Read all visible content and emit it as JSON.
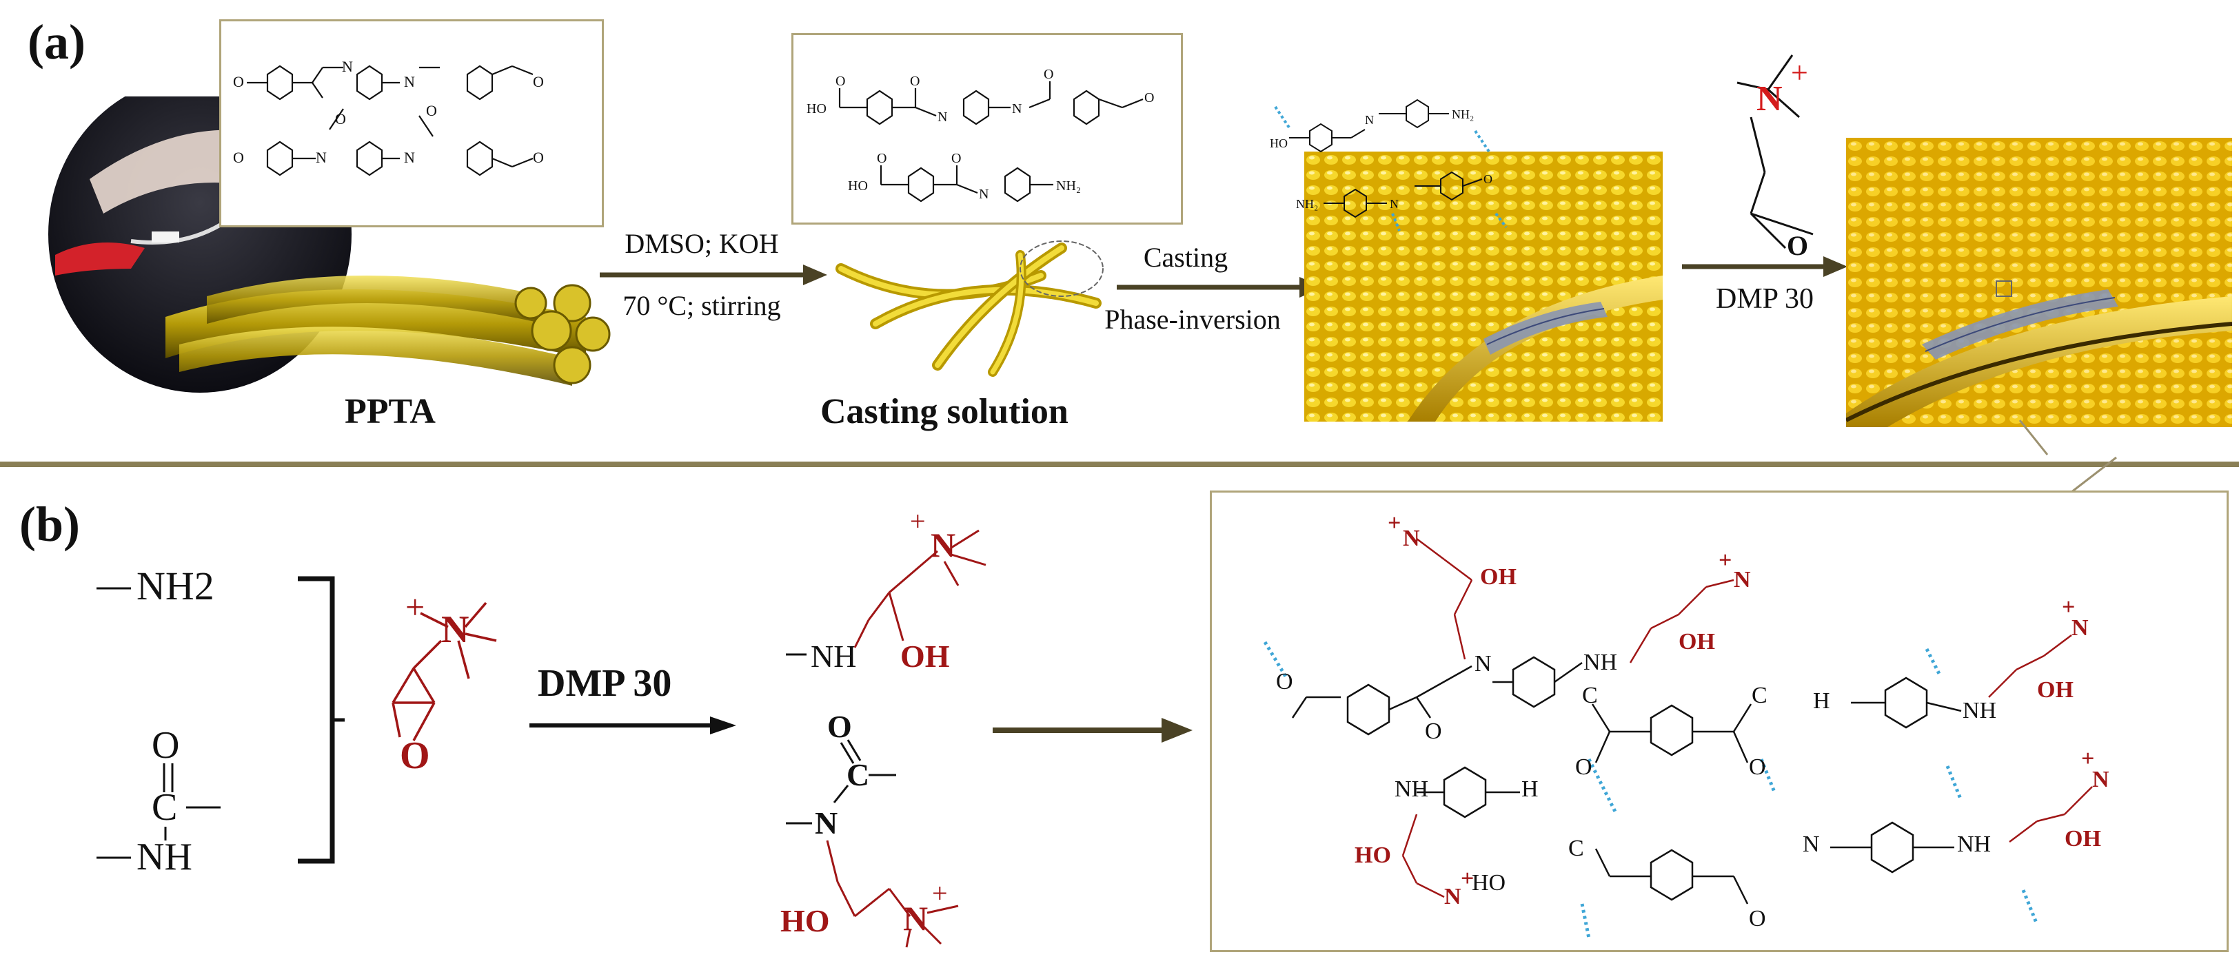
{
  "panel_a": {
    "label": "(a)",
    "pptA_caption": "PPTA",
    "step1": {
      "line1": "DMSO; KOH",
      "line2": "70 °C; stirring"
    },
    "casting_solution_caption": "Casting solution",
    "step2": {
      "line1": "Casting",
      "line2": "Phase-inversion"
    },
    "step3": {
      "line1": "DMP 30"
    }
  },
  "panel_b": {
    "label": "(b)",
    "reagent": "DMP 30",
    "groups": {
      "amine": "NH2",
      "amide_nh": "NH"
    }
  },
  "atoms": {
    "N": "N",
    "NH": "NH",
    "NH2": "NH₂",
    "O": "O",
    "OH": "OH",
    "HO": "HO",
    "H": "H",
    "plus": "+",
    "C": "C"
  },
  "colors": {
    "red_molecule": "#a01616",
    "h_bond": "#3fa6d6",
    "frame": "#b0a57a",
    "divider": "#8a7f56",
    "arrow_dark": "#4a4225",
    "membrane_yellow": "#e8b800"
  }
}
